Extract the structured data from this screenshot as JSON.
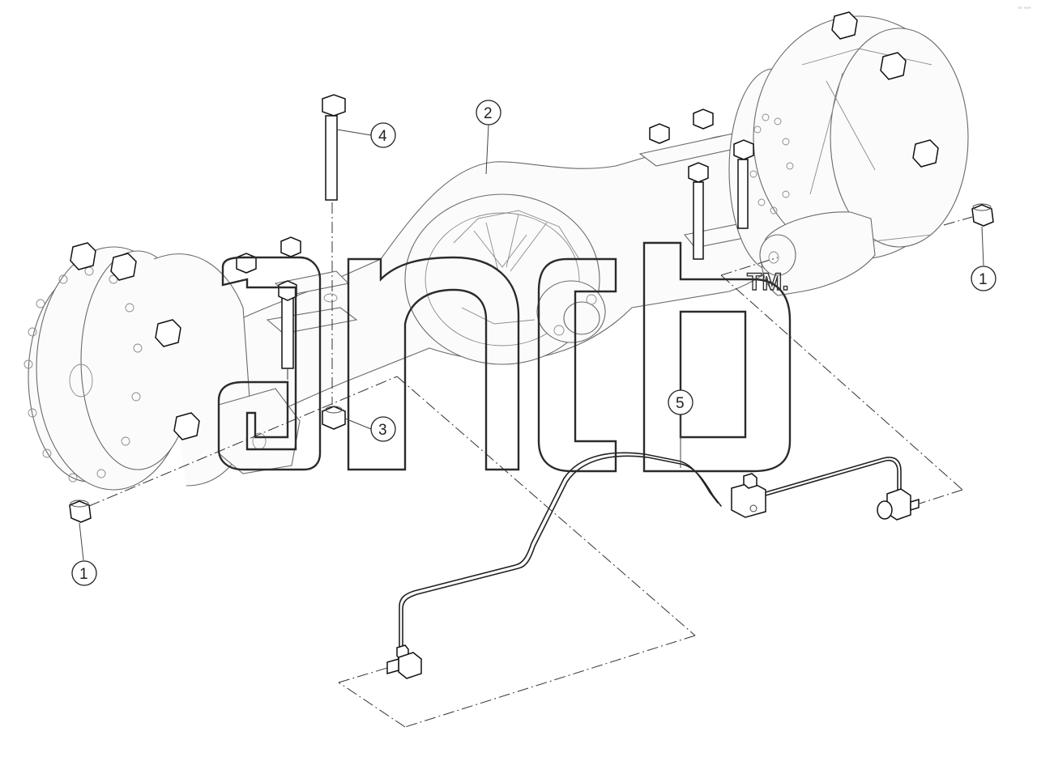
{
  "diagram": {
    "type": "exploded-parts-diagram",
    "callouts": [
      {
        "id": "c1-left",
        "label": "1"
      },
      {
        "id": "c1-right",
        "label": "1"
      },
      {
        "id": "c2",
        "label": "2"
      },
      {
        "id": "c3",
        "label": "3"
      },
      {
        "id": "c4",
        "label": "4"
      },
      {
        "id": "c5",
        "label": "5"
      }
    ],
    "watermark": {
      "logo_icon": "watermark-logo",
      "trademark": "TM."
    },
    "corner_mark": "◦◦ ◦◦◦"
  },
  "colors": {
    "line": "#222222",
    "ghost": "#6a6a6a",
    "background": "#ffffff"
  }
}
